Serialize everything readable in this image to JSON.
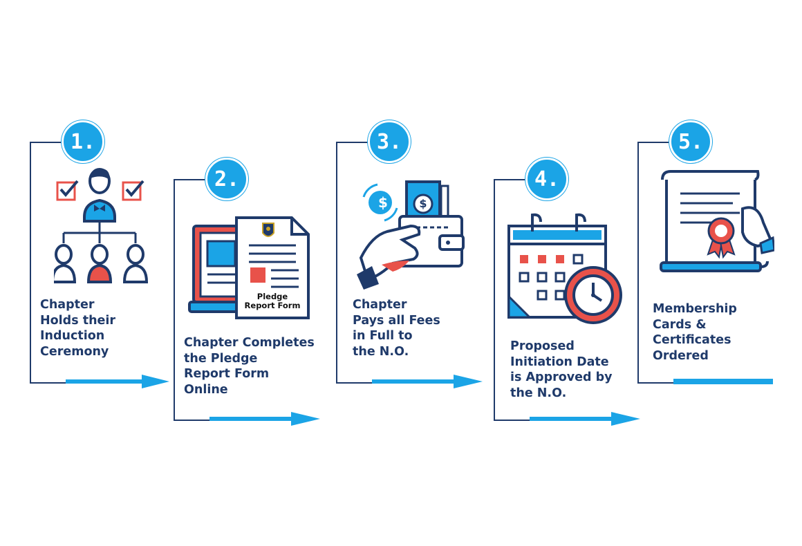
{
  "steps": [
    {
      "number": "1.",
      "label": "Chapter\nHolds their\nInduction\nCeremony"
    },
    {
      "number": "2.",
      "label": "Chapter Completes\nthe Pledge\nReport Form\nOnline"
    },
    {
      "number": "3.",
      "label": "Chapter\nPays all Fees\nin Full to\nthe N.O."
    },
    {
      "number": "4.",
      "label": "Proposed\nInitiation Date\nis Approved by\nthe N.O."
    },
    {
      "number": "5.",
      "label": "Membership\nCards &\nCertificates\nOrdered"
    }
  ],
  "form_document": {
    "title": "Pledge\nReport Form"
  },
  "wallet_icon": {
    "currency_symbol": "$"
  },
  "colors": {
    "navy": "#1f3a6a",
    "blue": "#1ba4e6",
    "red": "#e8524a",
    "white": "#ffffff"
  }
}
